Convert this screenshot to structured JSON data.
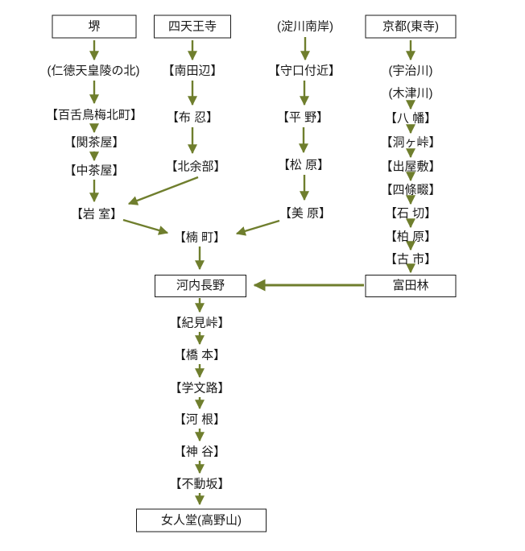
{
  "colors": {
    "arrow": "#6f7e2d",
    "box_border": "#1a1a1a",
    "text": "#1a1a1a",
    "background": "#ffffff"
  },
  "nodes": {
    "sakai": "堺",
    "nintoku": "(仁徳天皇陵の北)",
    "mozu": "【百舌鳥梅北町】",
    "sekichaya": "【関茶屋】",
    "nakachaya": "【中茶屋】",
    "iwamuro": "【岩 室】",
    "shitennoji": "四天王寺",
    "minamitanabe": "【南田辺】",
    "nunose": "【布 忍】",
    "kitaamabe": "【北余部】",
    "yodogawa": "(淀川南岸)",
    "moriguchi": "【守口付近】",
    "hirano": "【平 野】",
    "matsubara": "【松 原】",
    "mihara": "【美 原】",
    "kyoto": "京都(東寺)",
    "ujigawa": "(宇治川)",
    "kizugawa": "(木津川)",
    "yawata": "【八 幡】",
    "horagatoge": "【洞ヶ峠】",
    "deyashiki": "【出屋敷】",
    "shijonawate": "【四條畷】",
    "ishikiri": "【石 切】",
    "kashiwara": "【柏 原】",
    "furuichi": "【古 市】",
    "tondabayashi": "富田林",
    "kusunoki": "【楠 町】",
    "kawachinagano": "河内長野",
    "kimitoge": "【紀見峠】",
    "hashimoto": "【橋 本】",
    "kamuro": "【学文路】",
    "kane": "【河 根】",
    "kamiya": "【神 谷】",
    "fudozaka": "【不動坂】",
    "nyonindo": "女人堂(高野山)"
  },
  "routes": [
    [
      "sakai",
      "nintoku",
      "mozu",
      "sekichaya",
      "nakachaya",
      "iwamuro",
      "kusunoki"
    ],
    [
      "shitennoji",
      "minamitanabe",
      "nunose",
      "kitaamabe",
      "iwamuro"
    ],
    [
      "yodogawa",
      "moriguchi",
      "hirano",
      "matsubara",
      "mihara",
      "kusunoki"
    ],
    [
      "kyoto",
      "ujigawa",
      "kizugawa",
      "yawata",
      "horagatoge",
      "deyashiki",
      "shijonawate",
      "ishikiri",
      "kashiwara",
      "furuichi",
      "tondabayashi",
      "kawachinagano"
    ],
    [
      "kusunoki",
      "kawachinagano",
      "kimitoge",
      "hashimoto",
      "kamuro",
      "kane",
      "kamiya",
      "fudozaka",
      "nyonindo"
    ]
  ]
}
